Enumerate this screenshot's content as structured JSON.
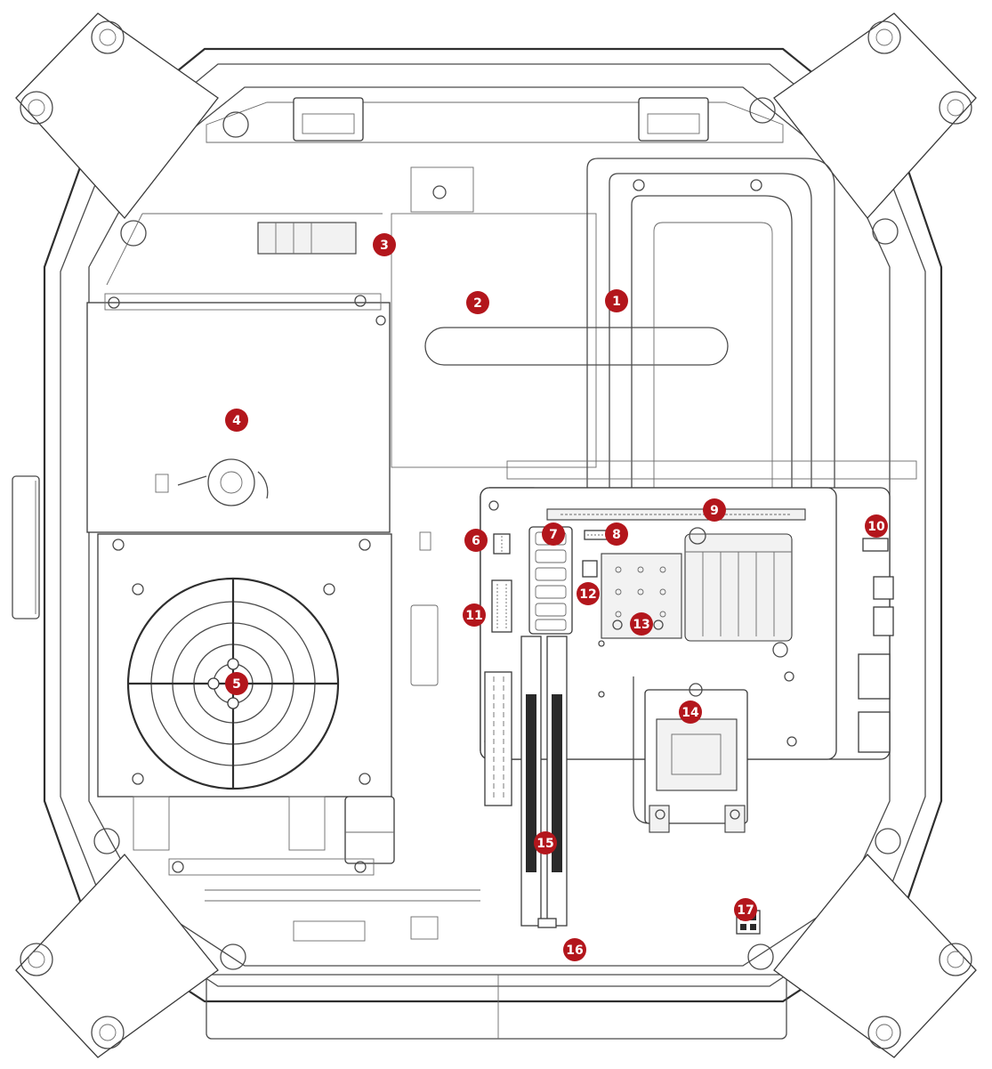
{
  "diagram": {
    "accent_color": "#b3161c",
    "callouts": [
      {
        "number": "1"
      },
      {
        "number": "2"
      },
      {
        "number": "3"
      },
      {
        "number": "4"
      },
      {
        "number": "5"
      },
      {
        "number": "6"
      },
      {
        "number": "7"
      },
      {
        "number": "8"
      },
      {
        "number": "9"
      },
      {
        "number": "10"
      },
      {
        "number": "11"
      },
      {
        "number": "12"
      },
      {
        "number": "13"
      },
      {
        "number": "14"
      },
      {
        "number": "15"
      },
      {
        "number": "16"
      },
      {
        "number": "17"
      }
    ]
  }
}
